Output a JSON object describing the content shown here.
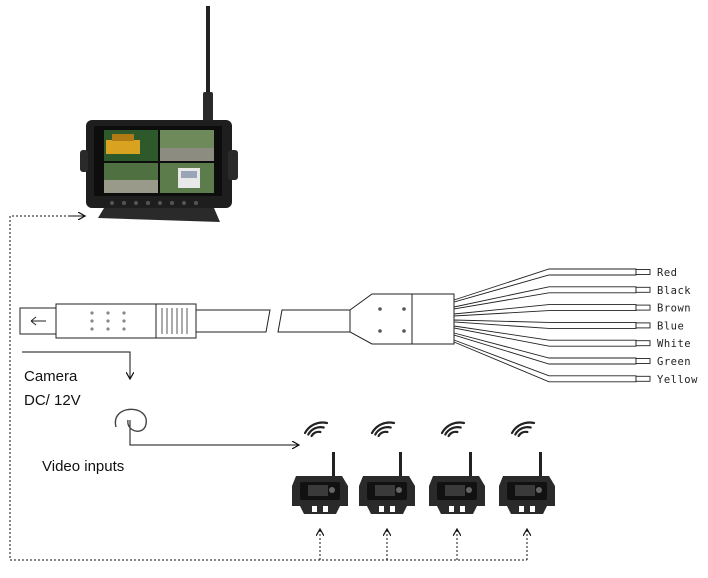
{
  "labels": {
    "camera": "Camera",
    "power": "DC/ 12V",
    "video": "Video inputs"
  },
  "wires": [
    {
      "label": "Red",
      "color": "#c0392b"
    },
    {
      "label": "Black",
      "color": "#222222"
    },
    {
      "label": "Brown",
      "color": "#7b4a1e"
    },
    {
      "label": "Blue",
      "color": "#2b5fb5"
    },
    {
      "label": "White",
      "color": "#dddddd"
    },
    {
      "label": "Green",
      "color": "#2e8b3a"
    },
    {
      "label": "Yellow",
      "color": "#e0c020"
    }
  ],
  "cameras": [
    {
      "name": "camera-1"
    },
    {
      "name": "camera-2"
    },
    {
      "name": "camera-3"
    },
    {
      "name": "camera-4"
    }
  ],
  "icons": {
    "monitor": "quad-view-monitor",
    "antenna": "antenna-icon",
    "signal": "wireless-signal-icon",
    "camera": "wireless-camera-icon"
  }
}
